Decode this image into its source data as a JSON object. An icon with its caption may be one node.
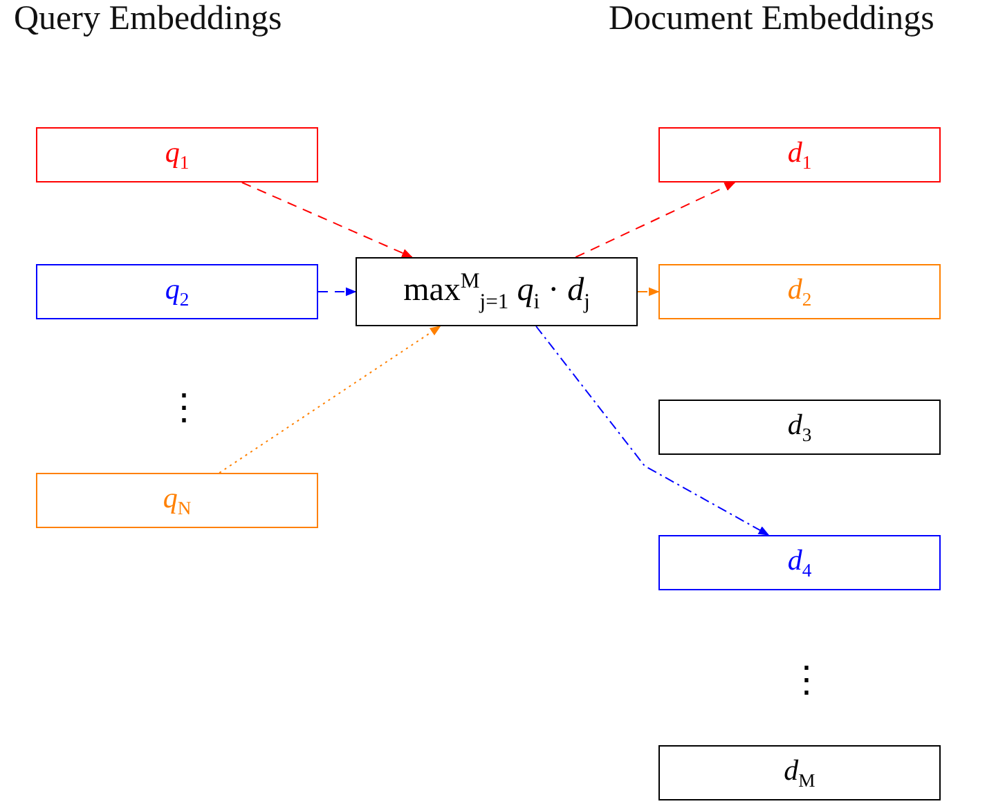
{
  "diagram": {
    "nodes": [
      {
        "text": [
          "*q*$_{1}$"
        ]
      },
      {
        "text": [
          "*q*$_{2}$"
        ]
      },
      {
        "text": [
          "*q*$_{N}$"
        ]
      },
      {
        "text": [
          "max$^{M}$$_{j=1}$ *q*$_{i}$ · *d*$_{j}$"
        ]
      },
      {
        "text": [
          "*d*$_{1}$"
        ]
      },
      {
        "text": [
          "*d*$_{2}$"
        ]
      },
      {
        "text": [
          "*d*$_{3}$"
        ]
      },
      {
        "text": [
          "*d*$_{4}$"
        ]
      },
      {
        "text": [
          "*d*$_{M}$"
        ]
      }
    ],
    "edges": [
      {
        "from": 0,
        "to": 3,
        "arrow": "to",
        "style": "dashed",
        "color": "#ff0000"
      },
      {
        "from": 1,
        "to": 3,
        "arrow": "to",
        "style": "dashed",
        "color": "#0000ff"
      },
      {
        "from": 2,
        "to": 3,
        "arrow": "to",
        "style": "dashed",
        "color": "#ff8000"
      },
      {
        "from": 3,
        "to": 4,
        "arrow": "to",
        "style": "dashed",
        "color": "#ff0000"
      },
      {
        "from": 3,
        "to": 5,
        "arrow": "to",
        "style": "dashed",
        "color": "#ff8000"
      },
      {
        "from": 3,
        "to": 7,
        "arrow": "to",
        "style": "dashed",
        "color": "#0000ff"
      }
    ],
    "labels": [
      "Query Embeddings",
      "Document Embeddings",
      "⋮",
      "⋮"
    ]
  }
}
